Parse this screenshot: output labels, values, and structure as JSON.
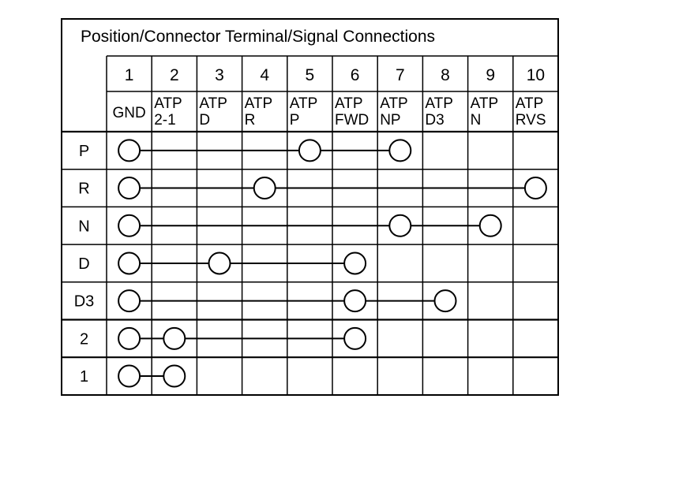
{
  "title": "Position/Connector Terminal/Signal Connections",
  "terminals": [
    {
      "number": "1",
      "signal": [
        "GND"
      ]
    },
    {
      "number": "2",
      "signal": [
        "ATP",
        "2-1"
      ]
    },
    {
      "number": "3",
      "signal": [
        "ATP",
        "D"
      ]
    },
    {
      "number": "4",
      "signal": [
        "ATP",
        "R"
      ]
    },
    {
      "number": "5",
      "signal": [
        "ATP",
        "P"
      ]
    },
    {
      "number": "6",
      "signal": [
        "ATP",
        "FWD"
      ]
    },
    {
      "number": "7",
      "signal": [
        "ATP",
        "NP"
      ]
    },
    {
      "number": "8",
      "signal": [
        "ATP",
        "D3"
      ]
    },
    {
      "number": "9",
      "signal": [
        "ATP",
        "N"
      ]
    },
    {
      "number": "10",
      "signal": [
        "ATP",
        "RVS"
      ]
    }
  ],
  "positions": [
    {
      "label": "P",
      "connected_terminals": [
        1,
        5,
        7
      ]
    },
    {
      "label": "R",
      "connected_terminals": [
        1,
        4,
        10
      ]
    },
    {
      "label": "N",
      "connected_terminals": [
        1,
        7,
        9
      ]
    },
    {
      "label": "D",
      "connected_terminals": [
        1,
        3,
        6
      ]
    },
    {
      "label": "D3",
      "connected_terminals": [
        1,
        6,
        8
      ]
    },
    {
      "label": "2",
      "connected_terminals": [
        1,
        2,
        6
      ]
    },
    {
      "label": "1",
      "connected_terminals": [
        1,
        2
      ]
    }
  ]
}
